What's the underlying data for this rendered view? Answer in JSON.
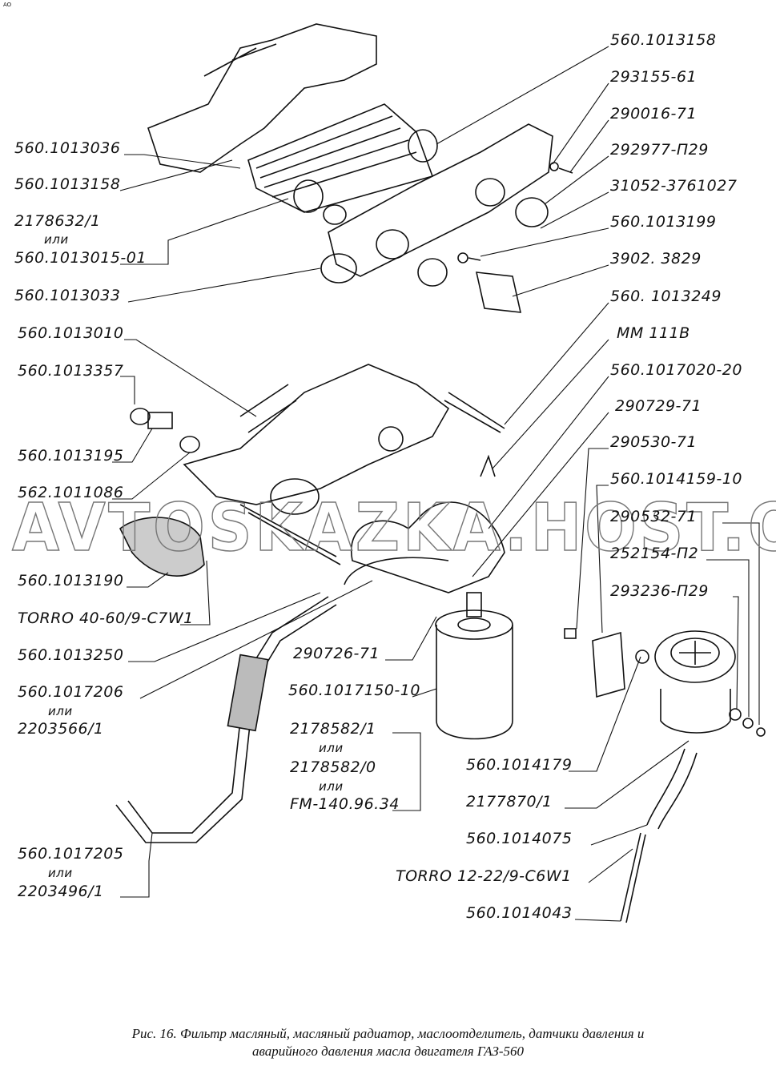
{
  "corner_mark": "AO",
  "watermark": "AVTOSKAZKA.HOST.ONLINE",
  "labels": [
    "560.1013158",
    "293155-61",
    "290016-71",
    "292977-П29",
    "31052-3761027",
    "560.1013199",
    "3902. 3829",
    "560. 1013249",
    "MM 111B",
    "560.1017020-20",
    "290729-71",
    "290530-71",
    "560.1014159-10",
    "290532-71",
    "252154-П2",
    "293236-П29",
    "560.1013036",
    "560.1013158",
    "2178632/1",
    "или",
    "560.1013015-01",
    "560.1013033",
    "560.1013010",
    "560.1013357",
    "560.1013195",
    "562.1011086",
    "560.1013190",
    "TORRO 40-60/9-C7W1",
    "560.1013250",
    "560.1017206",
    "или",
    "2203566/1",
    "560.1017205",
    "или",
    "2203496/1",
    "290726-71",
    "560.1017150-10",
    "2178582/1",
    "или",
    "2178582/0",
    "или",
    "FM-140.96.34",
    "560.1014179",
    "2177870/1",
    "560.1014075",
    "TORRO 12-22/9-C6W1",
    "560.1014043"
  ],
  "caption": {
    "line1": "Рис. 16. Фильтр масляный, масляный радиатор, маслоотделитель, датчики давления и",
    "line2": "аварийного давления масла двигателя ГАЗ-560"
  }
}
